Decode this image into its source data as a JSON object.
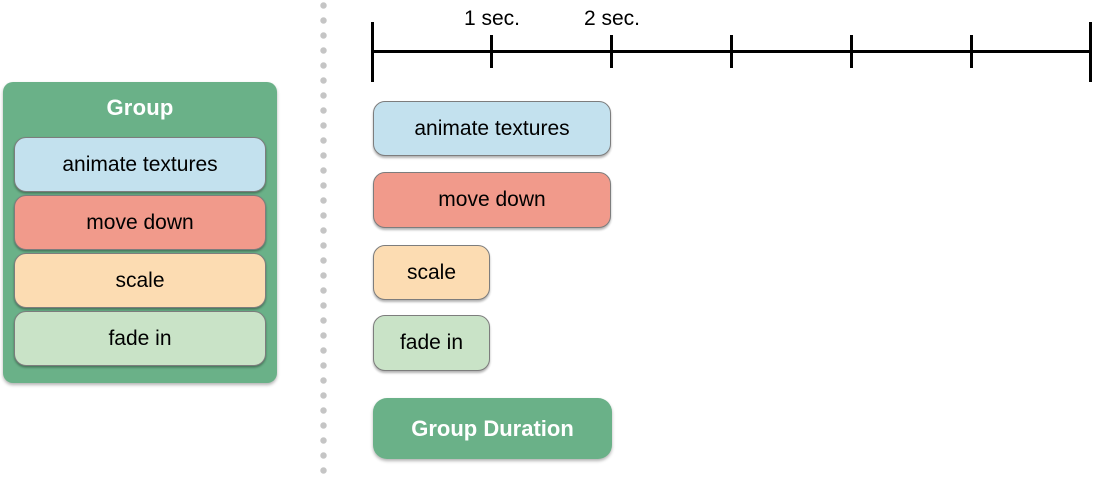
{
  "group_panel": {
    "title": "Group",
    "background": "#6ab188",
    "items": [
      {
        "label": "animate textures",
        "color": "#c3e1ee"
      },
      {
        "label": "move down",
        "color": "#f19a8b"
      },
      {
        "label": "scale",
        "color": "#fcdcb2"
      },
      {
        "label": "fade in",
        "color": "#c9e3c7"
      }
    ]
  },
  "timeline": {
    "tick_labels": [
      {
        "text": "1 sec.",
        "seconds": 1
      },
      {
        "text": "2 sec.",
        "seconds": 2
      }
    ],
    "total_ticks": 7,
    "seconds_span": 6,
    "axis_color": "#000000"
  },
  "duration_bars": [
    {
      "label": "animate textures",
      "start_sec": 0,
      "duration_sec": 2,
      "color": "#c3e1ee"
    },
    {
      "label": "move down",
      "start_sec": 0,
      "duration_sec": 2,
      "color": "#f19a8b"
    },
    {
      "label": "scale",
      "start_sec": 0,
      "duration_sec": 1,
      "color": "#fcdcb2"
    },
    {
      "label": "fade in",
      "start_sec": 0,
      "duration_sec": 1,
      "color": "#c9e3c7"
    },
    {
      "label": "Group Duration",
      "start_sec": 0,
      "duration_sec": 2,
      "color": "#6ab188",
      "text_color": "#ffffff"
    }
  ],
  "colors": {
    "panel_green": "#6ab188",
    "chip_border": "#7d7d7d",
    "divider_dots": "#c5c5c5"
  }
}
